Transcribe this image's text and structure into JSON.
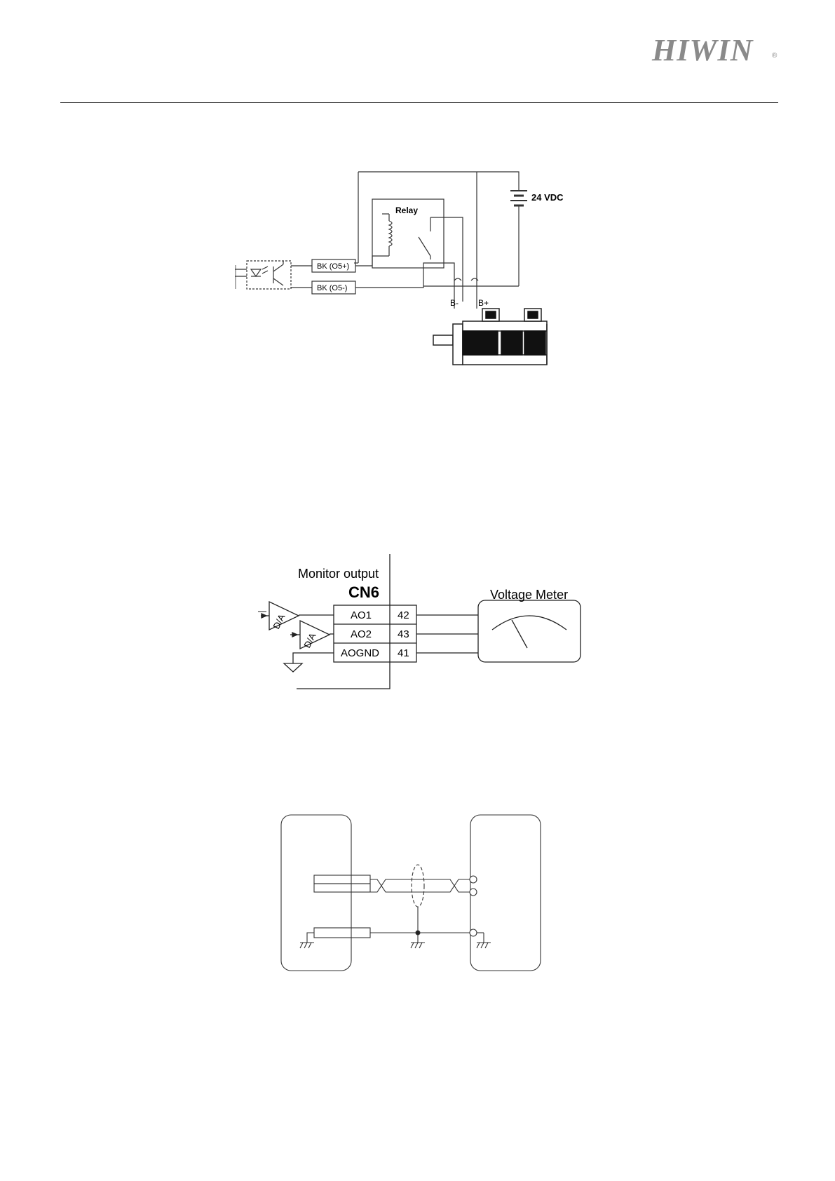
{
  "header": {
    "logo_text": "HIWIN",
    "registered_mark": "®"
  },
  "brake_diagram": {
    "supply_label": "24 VDC",
    "relay_label": "Relay",
    "bk_plus_label": "BK (O5+)",
    "bk_minus_label": "BK (O5-)",
    "b_minus_label": "B-",
    "b_plus_label": "B+"
  },
  "monitor_diagram": {
    "title": "Monitor output",
    "connector": "CN6",
    "meter_label": "Voltage Meter",
    "dac_label": "D/A",
    "pins": [
      {
        "signal": "AO1",
        "pin": "42"
      },
      {
        "signal": "AO2",
        "pin": "43"
      },
      {
        "signal": "AOGND",
        "pin": "41"
      }
    ]
  },
  "shield_diagram": {}
}
